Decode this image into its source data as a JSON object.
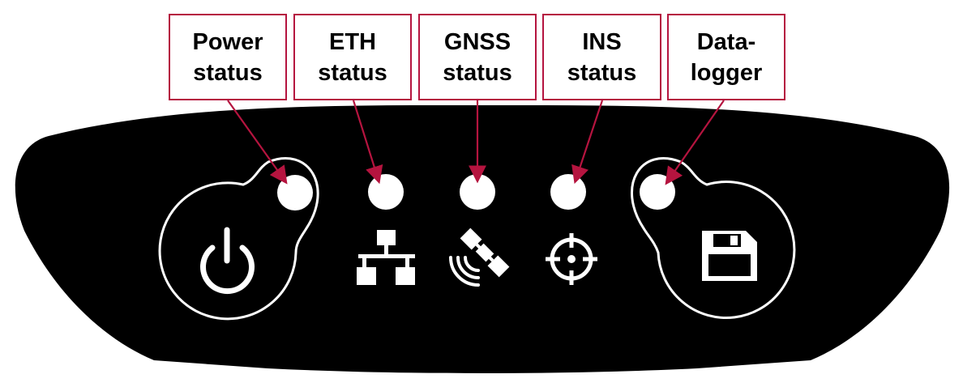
{
  "callouts": [
    {
      "id": "power",
      "line1": "Power",
      "line2": "status"
    },
    {
      "id": "eth",
      "line1": "ETH",
      "line2": "status"
    },
    {
      "id": "gnss",
      "line1": "GNSS",
      "line2": "status"
    },
    {
      "id": "ins",
      "line1": "INS",
      "line2": "status"
    },
    {
      "id": "datalogger",
      "line1": "Data-",
      "line2": "logger"
    }
  ],
  "icons": {
    "power": "power-icon",
    "eth": "network-icon",
    "gnss": "satellite-icon",
    "ins": "crosshair-icon",
    "datalogger": "floppy-disk-icon"
  },
  "colors": {
    "accent": "#b5143f",
    "panel": "#000000",
    "led": "#ffffff"
  }
}
